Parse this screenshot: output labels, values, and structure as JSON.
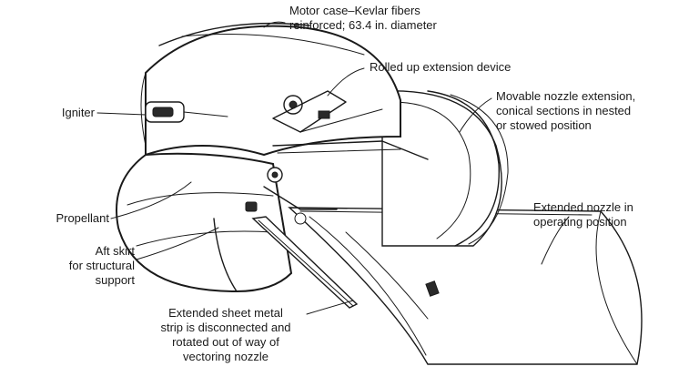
{
  "labels": {
    "motor_case": [
      "Motor case–Kevlar fibers",
      "reinforced; 63.4 in. diameter"
    ],
    "rolled_up_device": [
      "Rolled up extension device"
    ],
    "movable_nozzle": [
      "Movable nozzle extension,",
      "conical sections in nested",
      "or stowed position"
    ],
    "igniter": [
      "Igniter"
    ],
    "propellant": [
      "Propellant"
    ],
    "aft_skirt": [
      "Aft skirt",
      "for structural",
      "support"
    ],
    "extended_nozzle": [
      "Extended nozzle in",
      "operating position"
    ],
    "sheet_metal_strip": [
      "Extended sheet metal",
      "strip is disconnected and",
      "rotated out of way of",
      "vectoring nozzle"
    ]
  }
}
